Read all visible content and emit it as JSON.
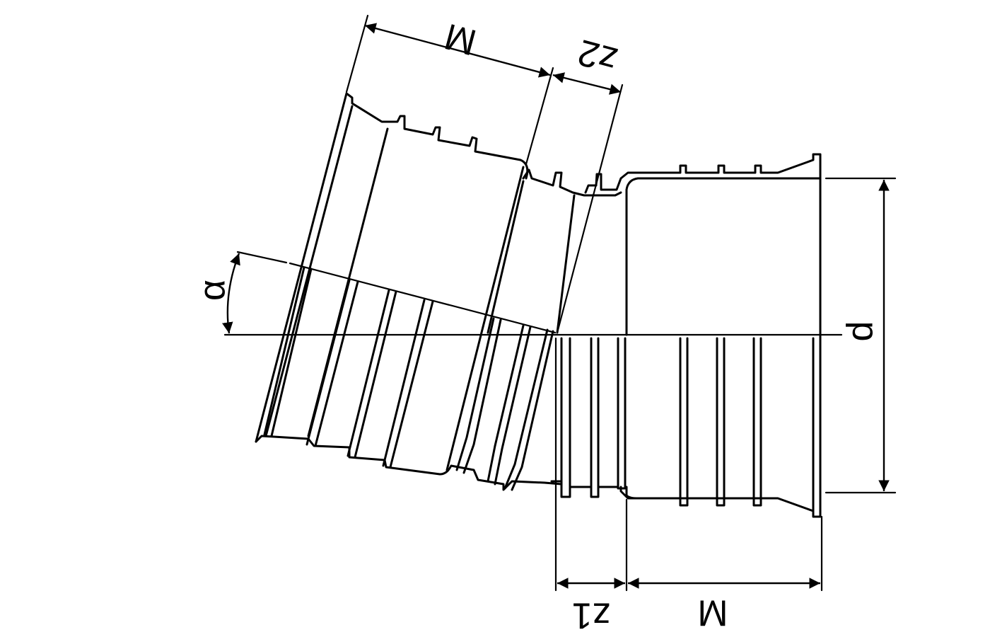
{
  "labels": {
    "M_top": "M",
    "z2": "z2",
    "alpha": "α",
    "d": "d",
    "z1": "z1",
    "M_bottom": "M"
  },
  "colors": {
    "line": "#000000",
    "background": "#ffffff"
  }
}
